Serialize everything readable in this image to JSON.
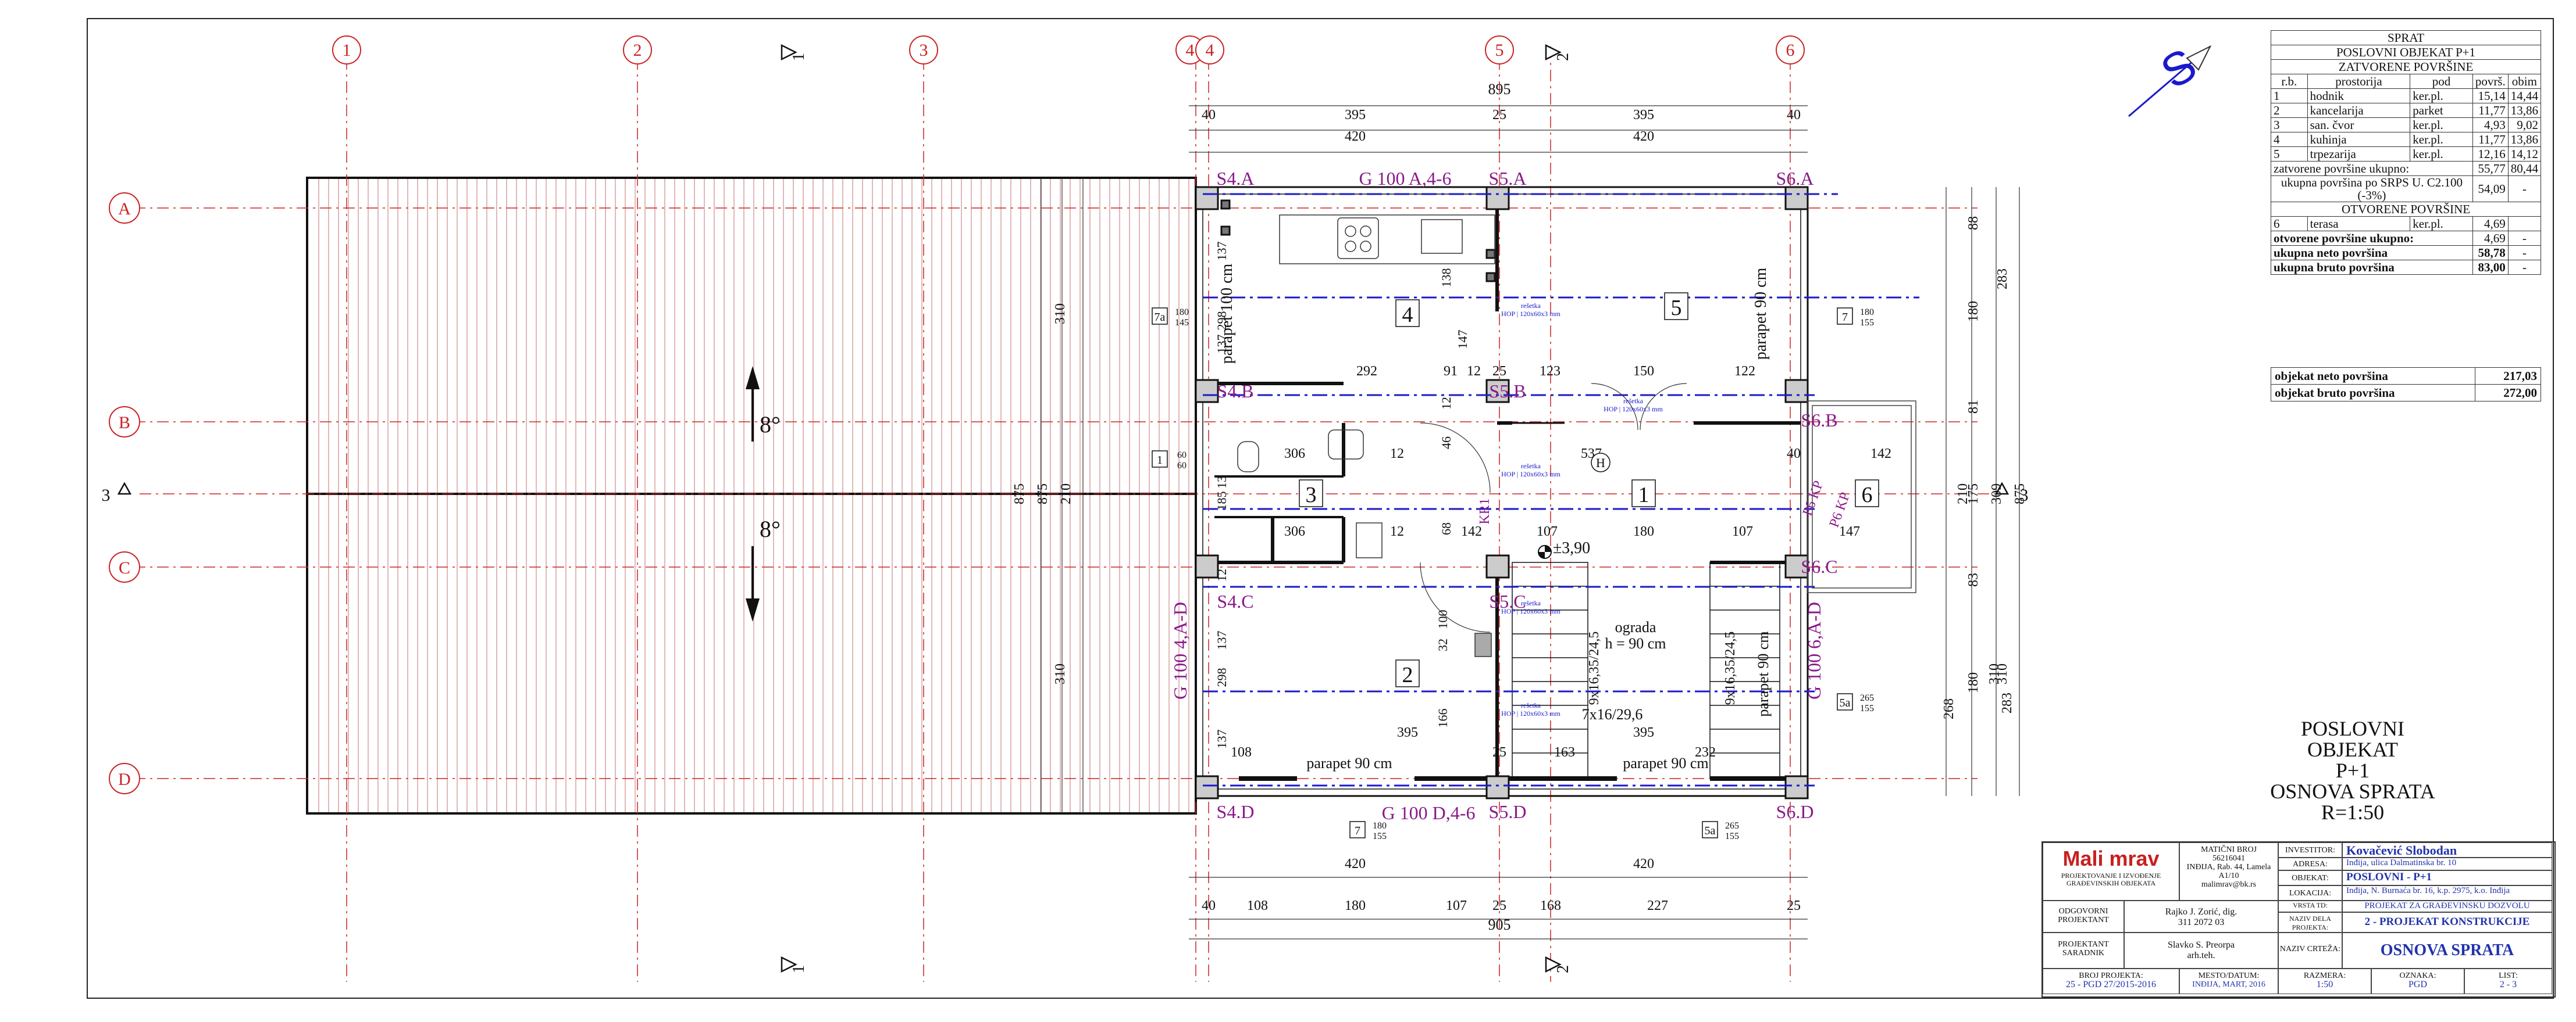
{
  "drawing": {
    "axis_columns": [
      "1",
      "2",
      "3",
      "4",
      "4",
      "5",
      "6"
    ],
    "axis_rows": [
      "A",
      "B",
      "C",
      "D"
    ],
    "axis_side": "3",
    "section_marks": [
      "1",
      "2"
    ],
    "top_dims_total": "895",
    "top_dims_row1": [
      "40",
      "395",
      "25",
      "395",
      "40"
    ],
    "top_dims_row2": [
      "420",
      "420"
    ],
    "bottom_dims_row1": [
      "420",
      "420"
    ],
    "bottom_dims_row2": [
      "40",
      "108",
      "180",
      "107",
      "25",
      "168",
      "227",
      "25"
    ],
    "bottom_dims_total": "905",
    "right_dims": [
      "88",
      "180",
      "81",
      "175",
      "83",
      "180",
      "268",
      "283",
      "310",
      "309",
      "210",
      "875",
      "283",
      "310"
    ],
    "left_dims": [
      "310",
      "875",
      "875",
      "210",
      "310"
    ],
    "roof_slope_top": "8°",
    "roof_slope_bottom": "8°",
    "column_labels": [
      "S4.A",
      "S5.A",
      "S6.A",
      "S4.B",
      "S5.B",
      "S6.B",
      "S4.C",
      "S5.C",
      "S6.C",
      "S4.D",
      "S5.D",
      "S6.D"
    ],
    "beam_labels": [
      "G 100 A,4-6",
      "G 100 D,4-6",
      "G 100 4,A-D",
      "G 100 6,A-D"
    ],
    "room_numbers": [
      "1",
      "2",
      "3",
      "4",
      "5",
      "6"
    ],
    "window_marks": [
      "7a",
      "1",
      "7",
      "7",
      "5a",
      "5a"
    ],
    "window_mark_dims": [
      "180\n145",
      "60\n60",
      "180\n155",
      "180\n155",
      "265\n155",
      "265\n155"
    ],
    "parapets": [
      "parapet 100 cm",
      "parapet 90 cm",
      "parapet 90 cm",
      "parapet 90 cm",
      "parapet 90 cm"
    ],
    "stairs": [
      "9x16,35/24,5",
      "9x16,35/24,5",
      "7x16/29,6"
    ],
    "railing": [
      "ograda",
      "h = 90 cm"
    ],
    "level_mark": "±3,90",
    "inner_dims": [
      "292",
      "123",
      "150",
      "122",
      "306",
      "12",
      "306",
      "12",
      "142",
      "107",
      "180",
      "107",
      "40",
      "147",
      "142",
      "537",
      "395",
      "395",
      "108",
      "163",
      "232",
      "25",
      "91",
      "12",
      "25"
    ],
    "vertical_inner_dims": [
      "137",
      "298",
      "137",
      "138",
      "147",
      "12",
      "46",
      "13",
      "185",
      "68",
      "12",
      "100",
      "32",
      "137",
      "298",
      "137",
      "166"
    ],
    "kr_label": "KR1",
    "kp_labels": [
      "P6 KP",
      "P6 KP"
    ],
    "hatch_label": "H",
    "rebar_note": "rešetka\nHOP | 120x60x3 mm"
  },
  "area_table": {
    "header1": "SPRAT",
    "header2": "POSLOVNI OBJEKAT P+1",
    "closed_title": "ZATVORENE POVRŠINE",
    "columns": [
      "r.b.",
      "prostorija",
      "pod",
      "površ.",
      "obim"
    ],
    "rows": [
      [
        "1",
        "hodnik",
        "ker.pl.",
        "15,14",
        "14,44"
      ],
      [
        "2",
        "kancelarija",
        "parket",
        "11,77",
        "13,86"
      ],
      [
        "3",
        "san. čvor",
        "ker.pl.",
        "4,93",
        "9,02"
      ],
      [
        "4",
        "kuhinja",
        "ker.pl.",
        "11,77",
        "13,86"
      ],
      [
        "5",
        "trpezarija",
        "ker.pl.",
        "12,16",
        "14,12"
      ]
    ],
    "closed_total_label": "zatvorene površine ukupno:",
    "closed_total": [
      "55,77",
      "80,44"
    ],
    "srps_label": "ukupna površina po SRPS U. C2.100 (-3%)",
    "srps_values": [
      "54,09",
      "-"
    ],
    "open_title": "OTVORENE POVRŠINE",
    "open_rows": [
      [
        "6",
        "terasa",
        "ker.pl.",
        "4,69",
        ""
      ]
    ],
    "open_total_label": "otvorene površine ukupno:",
    "open_total": [
      "4,69",
      "-"
    ],
    "net_label": "ukupna neto površina",
    "net_values": [
      "58,78",
      "-"
    ],
    "gross_label": "ukupna bruto površina",
    "gross_values": [
      "83,00",
      "-"
    ]
  },
  "object_totals": [
    [
      "objekat neto površina",
      "217,03"
    ],
    [
      "objekat bruto površina",
      "272,00"
    ]
  ],
  "sheet_label": [
    "POSLOVNI OBJEKAT",
    "P+1",
    "OSNOVA   SPRATA",
    "R=1:50"
  ],
  "north_symbol": "S",
  "title_block": {
    "logo_text": "Mali mrav",
    "company": "PROJEKTOVANJE I IZVOĐENJE GRAĐEVINSKIH OBJEKATA",
    "maticni_broj_label": "MATIČNI BROJ",
    "maticni_broj": "56216041",
    "address": "INĐIJA, Rab. 44, Lamela A1/10",
    "email": "malimrav@bk.rs",
    "odgovorni_label": "ODGOVORNI PROJEKTANT",
    "odgovorni": "Rajko J. Zorić, dig.",
    "odgovorni_lic": "311 2072 03",
    "saradnik_label": "PROJEKTANT SARADNIK",
    "saradnik": "Slavko S. Preorpa",
    "saradnik_title": "arh.teh.",
    "investitor_label": "INVESTITOR:",
    "investitor": "Kovačević Slobodan",
    "adresa_label": "ADRESA:",
    "adresa": "Inđija, ulica Dalmatinska br. 10",
    "objekat_label": "OBJEKAT:",
    "objekat": "POSLOVNI - P+1",
    "lokacija_label": "LOKACIJA:",
    "lokacija": "Inđija, N. Burnaća br. 16, k.p. 2975, k.o. Inđija",
    "vrsta_label": "VRSTA TD:",
    "vrsta": "PROJEKAT ZA GRAĐEVINSKU DOZVOLU",
    "naziv_label": "NAZIV DELA PROJEKTA:",
    "naziv": "2 - PROJEKAT KONSTRUKCIJE",
    "crtez_label": "NAZIV CRTEŽA:",
    "crtez": "OSNOVA   SPRATA",
    "broj_label": "BROJ PROJEKTA:",
    "broj": "25 - PGD  27/2015-2016",
    "mesto_label": "MESTO/DATUM:",
    "mesto": "INĐIJA, MART, 2016",
    "razmera_label": "RAZMERA:",
    "razmera": "1:50",
    "oznaka_label": "OZNAKA:",
    "oznaka": "PGD",
    "list_label": "LIST:",
    "list": "2 - 3"
  },
  "colors": {
    "axis": "#cc2222",
    "purple": "#8a1a8a",
    "blue": "#1a1acc",
    "line": "#111111",
    "wall": "#222222"
  }
}
